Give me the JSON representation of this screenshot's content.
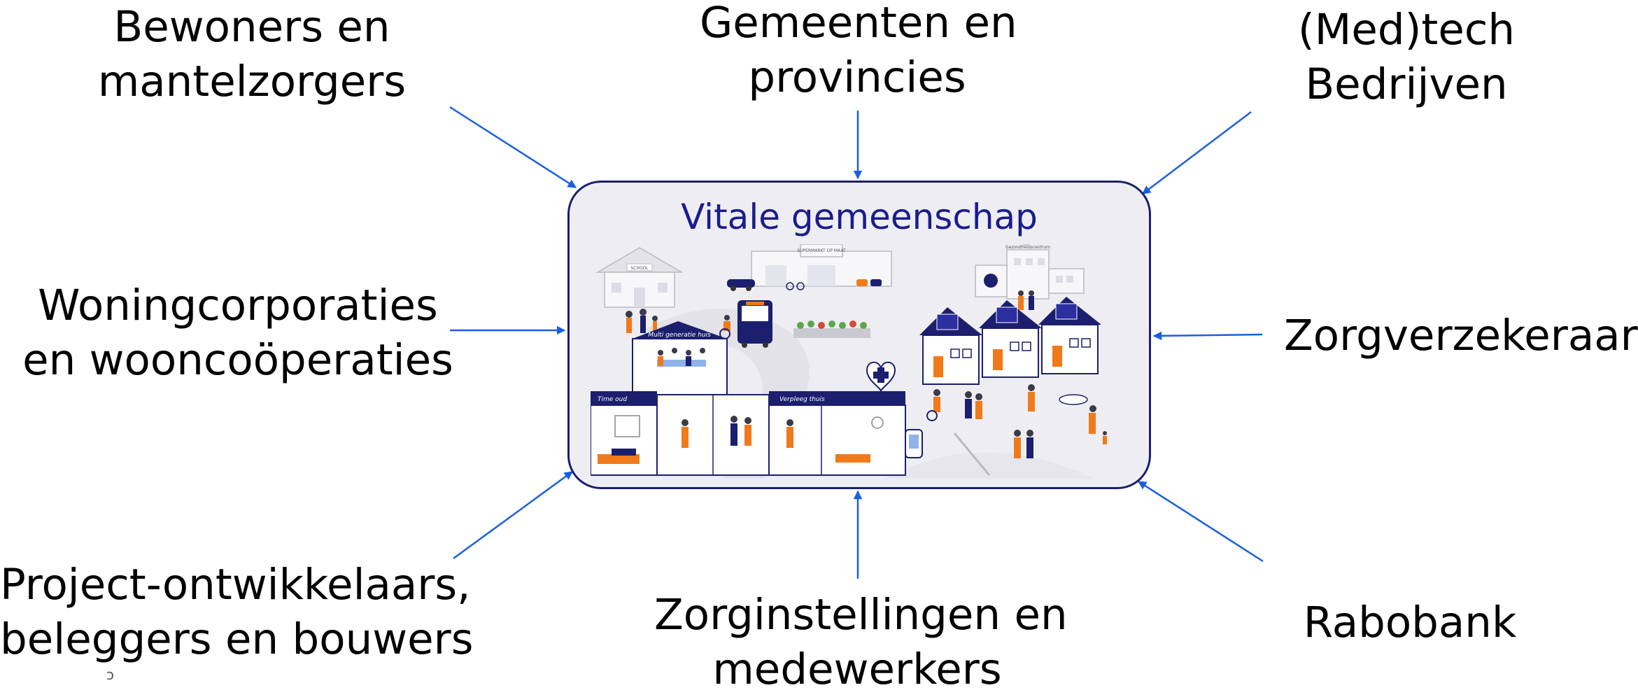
{
  "center": {
    "title": "Vitale gemeenschap"
  },
  "illustration": {
    "labels": {
      "school": "SCHOOL",
      "supermarket": "SUPERMARKT OP MAAT",
      "health_center": "Gezondheidscentrum",
      "multi_generation_house": "Multi generatie huis",
      "time_out": "Time oud",
      "care_home": "Verpleeg thuis"
    }
  },
  "stakeholders": [
    {
      "id": "bewoners",
      "lines": [
        "Bewoners en",
        "mantelzorgers"
      ]
    },
    {
      "id": "gemeenten",
      "lines": [
        "Gemeenten en",
        "provincies"
      ]
    },
    {
      "id": "medtech",
      "lines": [
        "(Med)tech",
        "Bedrijven"
      ]
    },
    {
      "id": "woningcorporaties",
      "lines": [
        "Woningcorporaties",
        "en wooncoöperaties"
      ]
    },
    {
      "id": "zorgverzekeraars",
      "lines": [
        "Zorgverzekeraars"
      ]
    },
    {
      "id": "projectontwikkelaars",
      "lines": [
        "Project-ontwikkelaars,",
        "beleggers en bouwers"
      ]
    },
    {
      "id": "zorginstellingen",
      "lines": [
        "Zorginstellingen en",
        "medewerkers"
      ]
    },
    {
      "id": "rabobank",
      "lines": [
        "Rabobank"
      ]
    }
  ],
  "footer_mark": "ↄ",
  "colors": {
    "arrow": "#1a5fe0",
    "box_border": "#1b1f6e",
    "title": "#1b1c8f",
    "accent_orange": "#f07a1a",
    "navy": "#1b1f6e"
  }
}
